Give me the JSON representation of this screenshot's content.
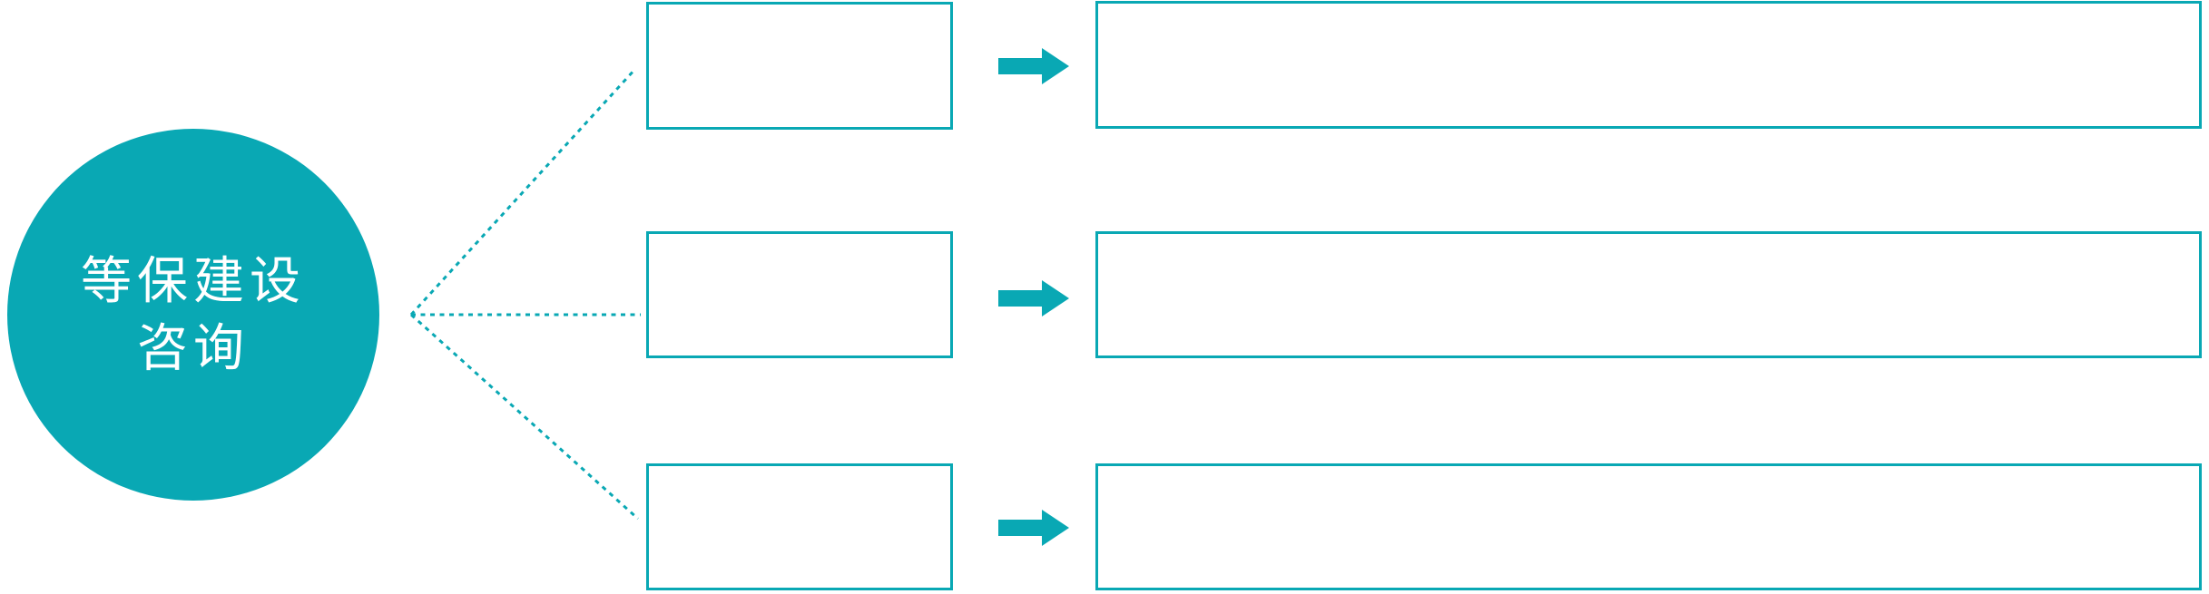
{
  "diagram": {
    "type": "radial-flow",
    "center_node": {
      "label": "等保建设咨询",
      "line1": "等保建设",
      "line2": "咨询"
    },
    "rows": [
      {
        "small_box_label": "",
        "large_box_label": ""
      },
      {
        "small_box_label": "",
        "large_box_label": ""
      },
      {
        "small_box_label": "",
        "large_box_label": ""
      }
    ],
    "icons": {
      "arrow_right": "solid block arrow pointing right",
      "connector": "dotted line fanning out from circle to each small box"
    },
    "colors": {
      "accent_teal": "#09a8b4",
      "box_fill": "#ffffff",
      "center_text": "#ffffff",
      "background": "#ffffff"
    }
  }
}
